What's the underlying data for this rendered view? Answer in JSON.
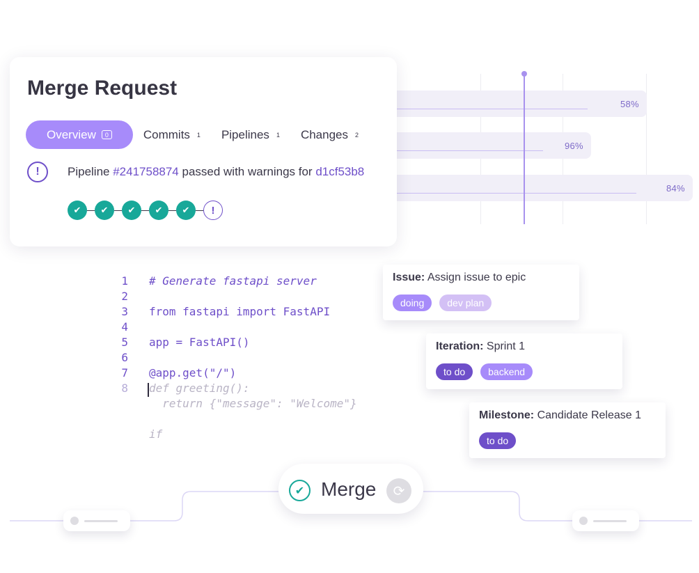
{
  "chart_data": {
    "type": "bar",
    "orientation": "horizontal",
    "values": [
      58,
      96,
      84
    ],
    "data_labels": [
      "58%",
      "96%",
      "84%"
    ],
    "marker": true
  },
  "merge_request": {
    "title": "Merge Request",
    "tabs": [
      {
        "label": "Overview",
        "count": "0",
        "active": true
      },
      {
        "label": "Commits",
        "count": "1",
        "active": false
      },
      {
        "label": "Pipelines",
        "count": "1",
        "active": false
      },
      {
        "label": "Changes",
        "count": "2",
        "active": false
      }
    ],
    "pipeline": {
      "prefix": "Pipeline ",
      "id": "#241758874",
      "middle": " passed with warnings for ",
      "commit": "d1cf53b8",
      "warn_glyph": "!"
    },
    "stages": [
      "passed",
      "passed",
      "passed",
      "passed",
      "passed",
      "warning"
    ],
    "stage_glyphs": {
      "passed": "✔",
      "warning": "!"
    }
  },
  "code": {
    "lines": [
      {
        "n": "1",
        "text": "# Generate fastapi server",
        "style": "comment"
      },
      {
        "n": "2",
        "text": "",
        "style": "code"
      },
      {
        "n": "3",
        "text": "from fastapi import FastAPI",
        "style": "code"
      },
      {
        "n": "4",
        "text": "",
        "style": "code"
      },
      {
        "n": "5",
        "text": "app = FastAPI()",
        "style": "code"
      },
      {
        "n": "6",
        "text": "",
        "style": "code"
      },
      {
        "n": "7",
        "text": "@app.get(\"/\")",
        "style": "code"
      },
      {
        "n": "8",
        "text": "def greeting():",
        "style": "ghost"
      },
      {
        "n": "",
        "text": "  return {\"message\": \"Welcome\"}",
        "style": "ghost"
      },
      {
        "n": "",
        "text": "",
        "style": "ghost"
      },
      {
        "n": "",
        "text": "if",
        "style": "ghost"
      }
    ]
  },
  "cards": {
    "issue": {
      "label": "Issue:",
      "value": " Assign issue to epic",
      "chips": [
        "doing",
        "dev plan"
      ]
    },
    "iteration": {
      "label": "Iteration:",
      "value": " Sprint 1",
      "chips": [
        "to do",
        "backend"
      ]
    },
    "milestone": {
      "label": "Milestone:",
      "value": " Candidate Release 1",
      "chips": [
        "to do"
      ]
    }
  },
  "merge": {
    "label": "Merge",
    "check_glyph": "✔",
    "sync_glyph": "⟳"
  },
  "colors": {
    "accent": "#a78bfa",
    "deep": "#6e4fc9",
    "success": "#18a899"
  }
}
